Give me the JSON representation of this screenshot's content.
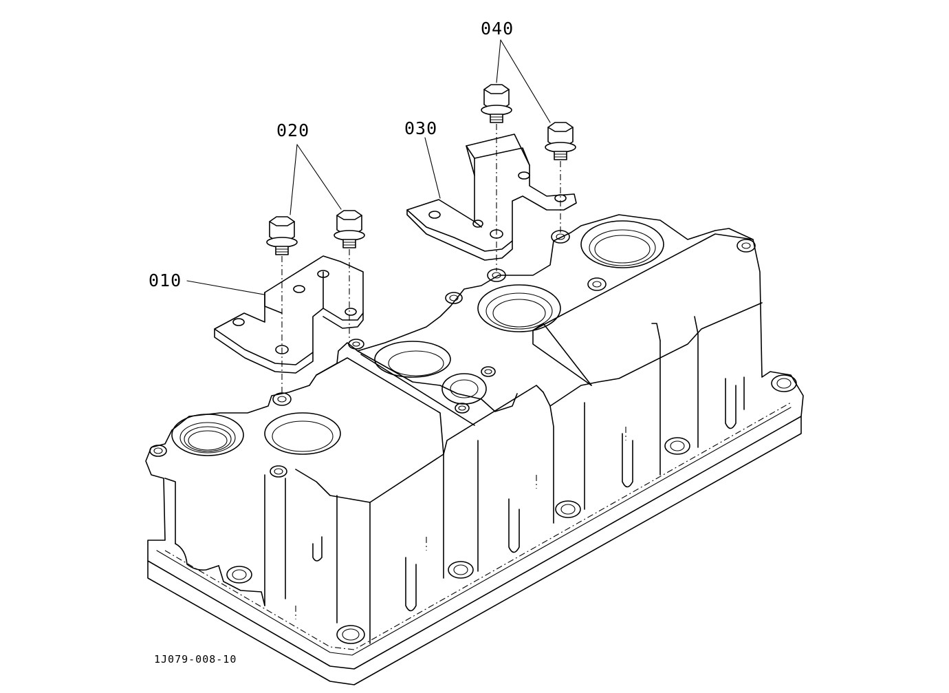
{
  "callouts": {
    "part_010": "010",
    "part_020": "020",
    "part_030": "030",
    "part_040": "040"
  },
  "figure_id": "1J079-008-10",
  "colors": {
    "line": "#000000",
    "background": "#ffffff"
  }
}
